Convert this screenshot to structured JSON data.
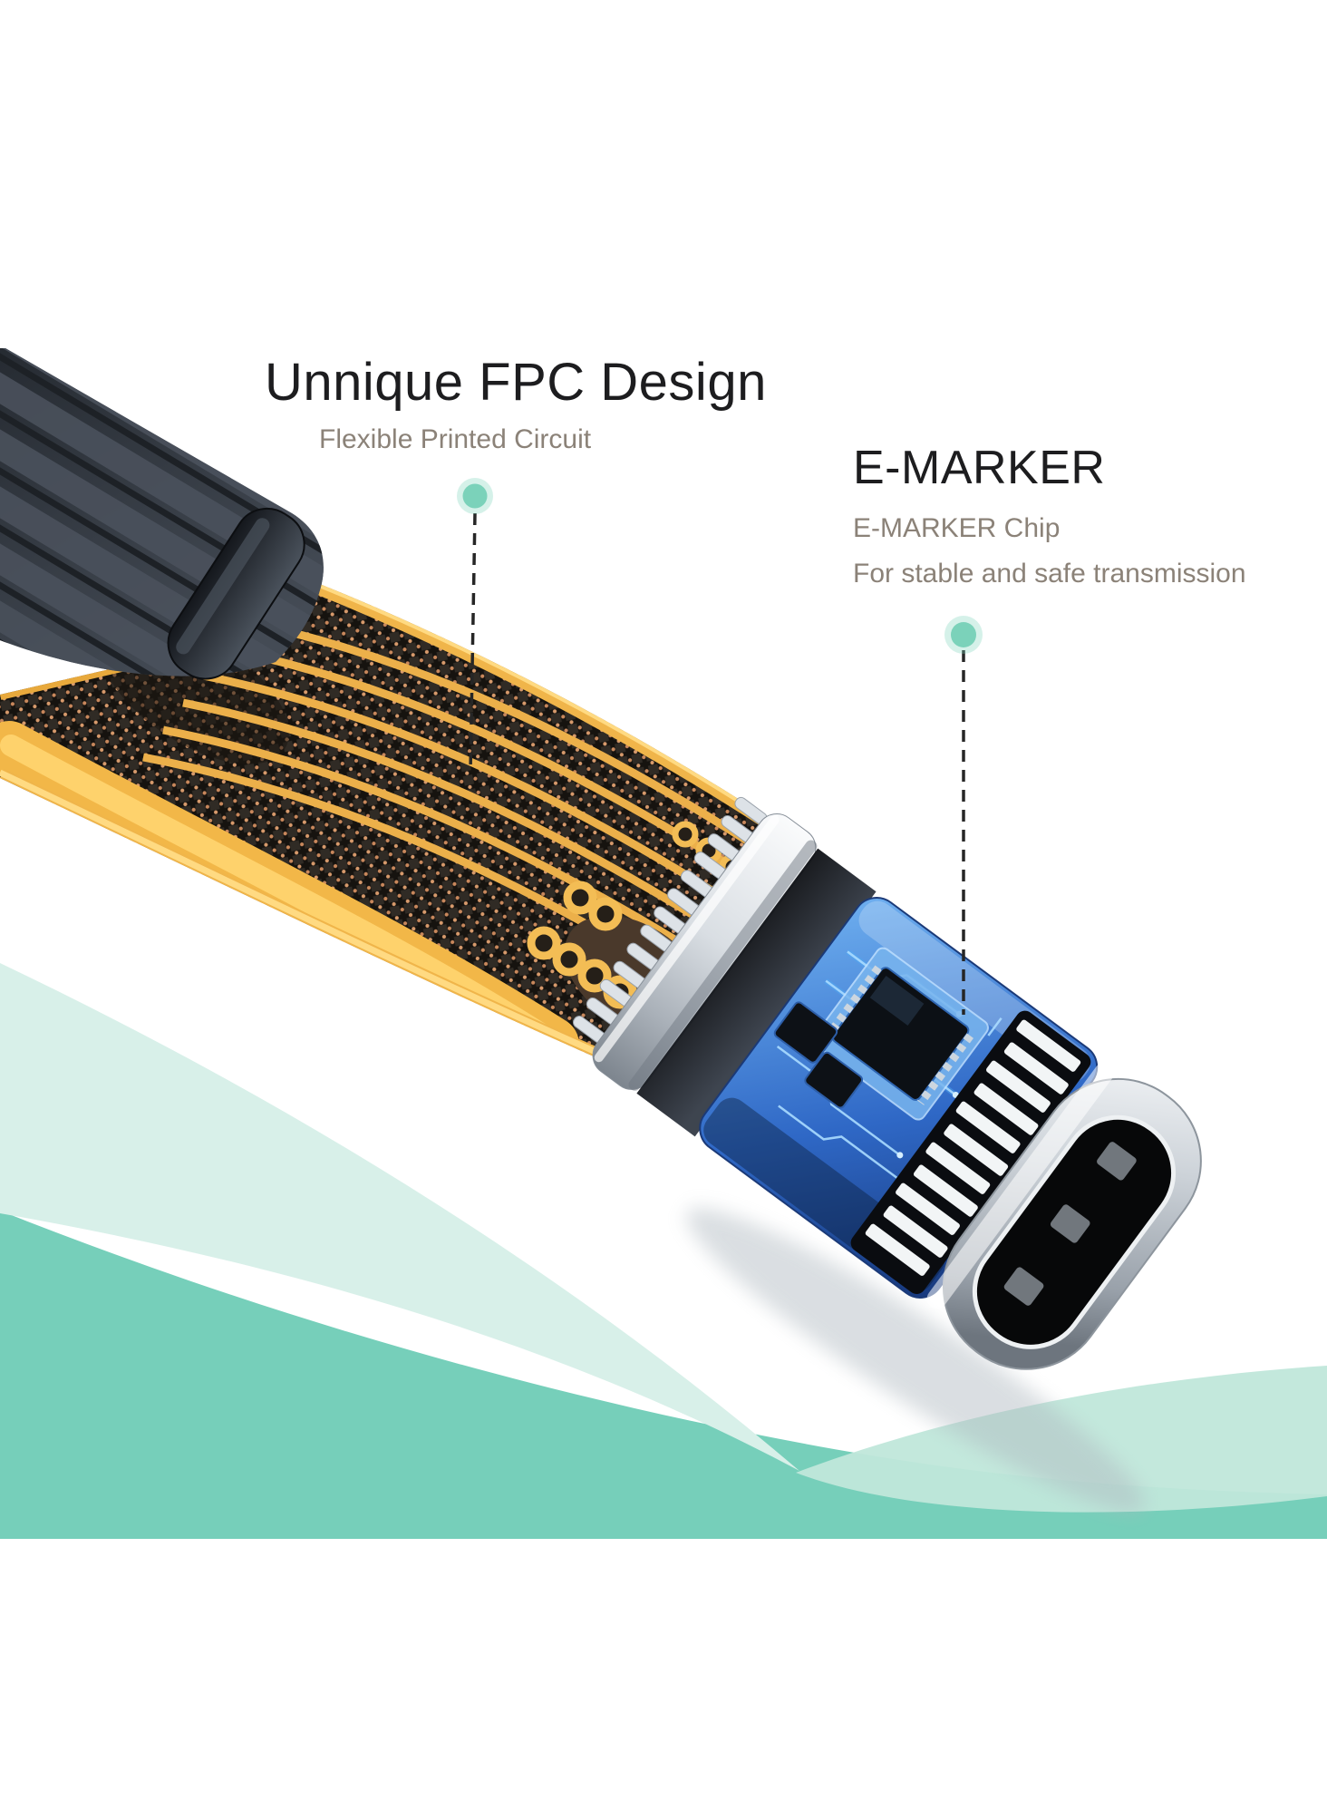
{
  "callouts": {
    "fpc": {
      "title": "Unnique FPC Design",
      "subtitle": "Flexible Printed Circuit"
    },
    "emarker": {
      "title": "E-MARKER",
      "chip_line": "E-MARKER Chip",
      "desc_line": "For stable and safe transmission"
    }
  },
  "colors": {
    "text_primary": "#1d1d1f",
    "text_secondary": "#8b8278",
    "callout_dot": "#7bd2ba",
    "leader_line": "#262626",
    "wave_pale": "#d8f0e9",
    "wave_solid": "#76cfba",
    "wave_overlay": "#c0e7da",
    "fpc_gold": "#f0b54a",
    "fpc_mesh_dark": "#302b25",
    "housing_dark": "#343a43",
    "connector_silver": "#d6dbe0",
    "pcb_blue": "#2d66c4"
  },
  "icons": {
    "fpc_dot": "callout-dot",
    "emarker_dot": "callout-dot"
  }
}
